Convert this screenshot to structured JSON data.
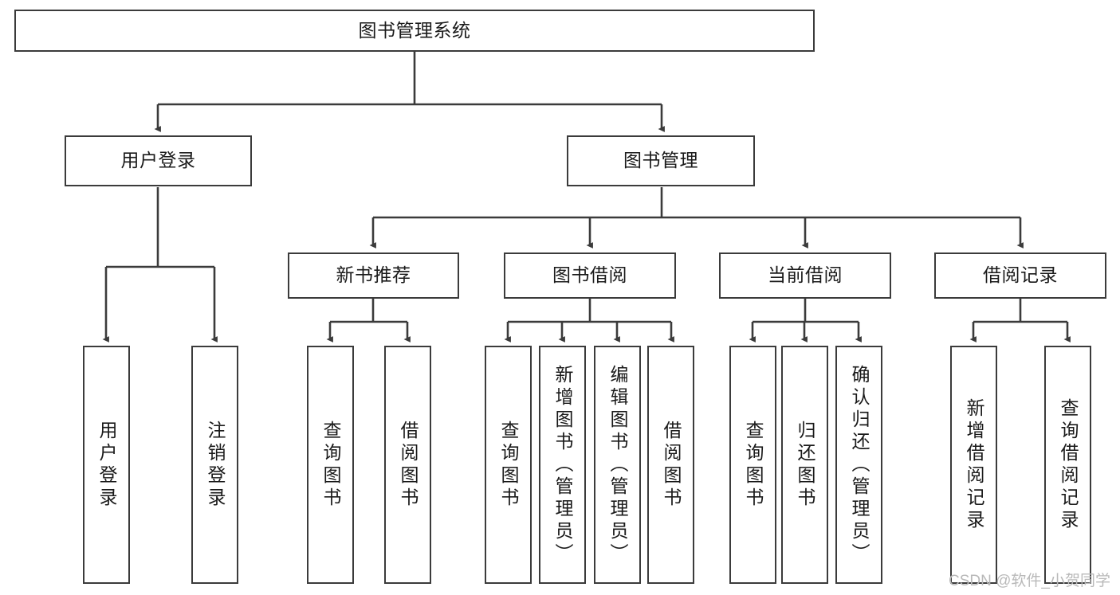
{
  "diagram": {
    "title": "图书管理系统",
    "type": "tree-hierarchy",
    "watermark": "CSDN @软件_小贺同学",
    "colors": {
      "stroke": "#3b3b3b",
      "fill": "#ffffff",
      "text": "#1a1a1a",
      "watermark": "#b9b9b9"
    },
    "nodes": {
      "root": {
        "label": "图书管理系统"
      },
      "level2": [
        {
          "label": "用户登录"
        },
        {
          "label": "图书管理"
        }
      ],
      "level3": [
        {
          "label": "新书推荐"
        },
        {
          "label": "图书借阅"
        },
        {
          "label": "当前借阅"
        },
        {
          "label": "借阅记录"
        }
      ],
      "leaves": {
        "user_login": [
          {
            "label": "用户登录"
          },
          {
            "label": "注销登录"
          }
        ],
        "new_book_recommend": [
          {
            "label": "查询图书"
          },
          {
            "label": "借阅图书"
          }
        ],
        "book_borrow": [
          {
            "label": "查询图书"
          },
          {
            "label": "新增图书（管理员）"
          },
          {
            "label": "编辑图书（管理员）"
          },
          {
            "label": "借阅图书"
          }
        ],
        "current_borrow": [
          {
            "label": "查询图书"
          },
          {
            "label": "归还图书"
          },
          {
            "label": "确认归还（管理员）"
          }
        ],
        "borrow_record": [
          {
            "label": "新增借阅记录"
          },
          {
            "label": "查询借阅记录"
          }
        ]
      }
    }
  }
}
